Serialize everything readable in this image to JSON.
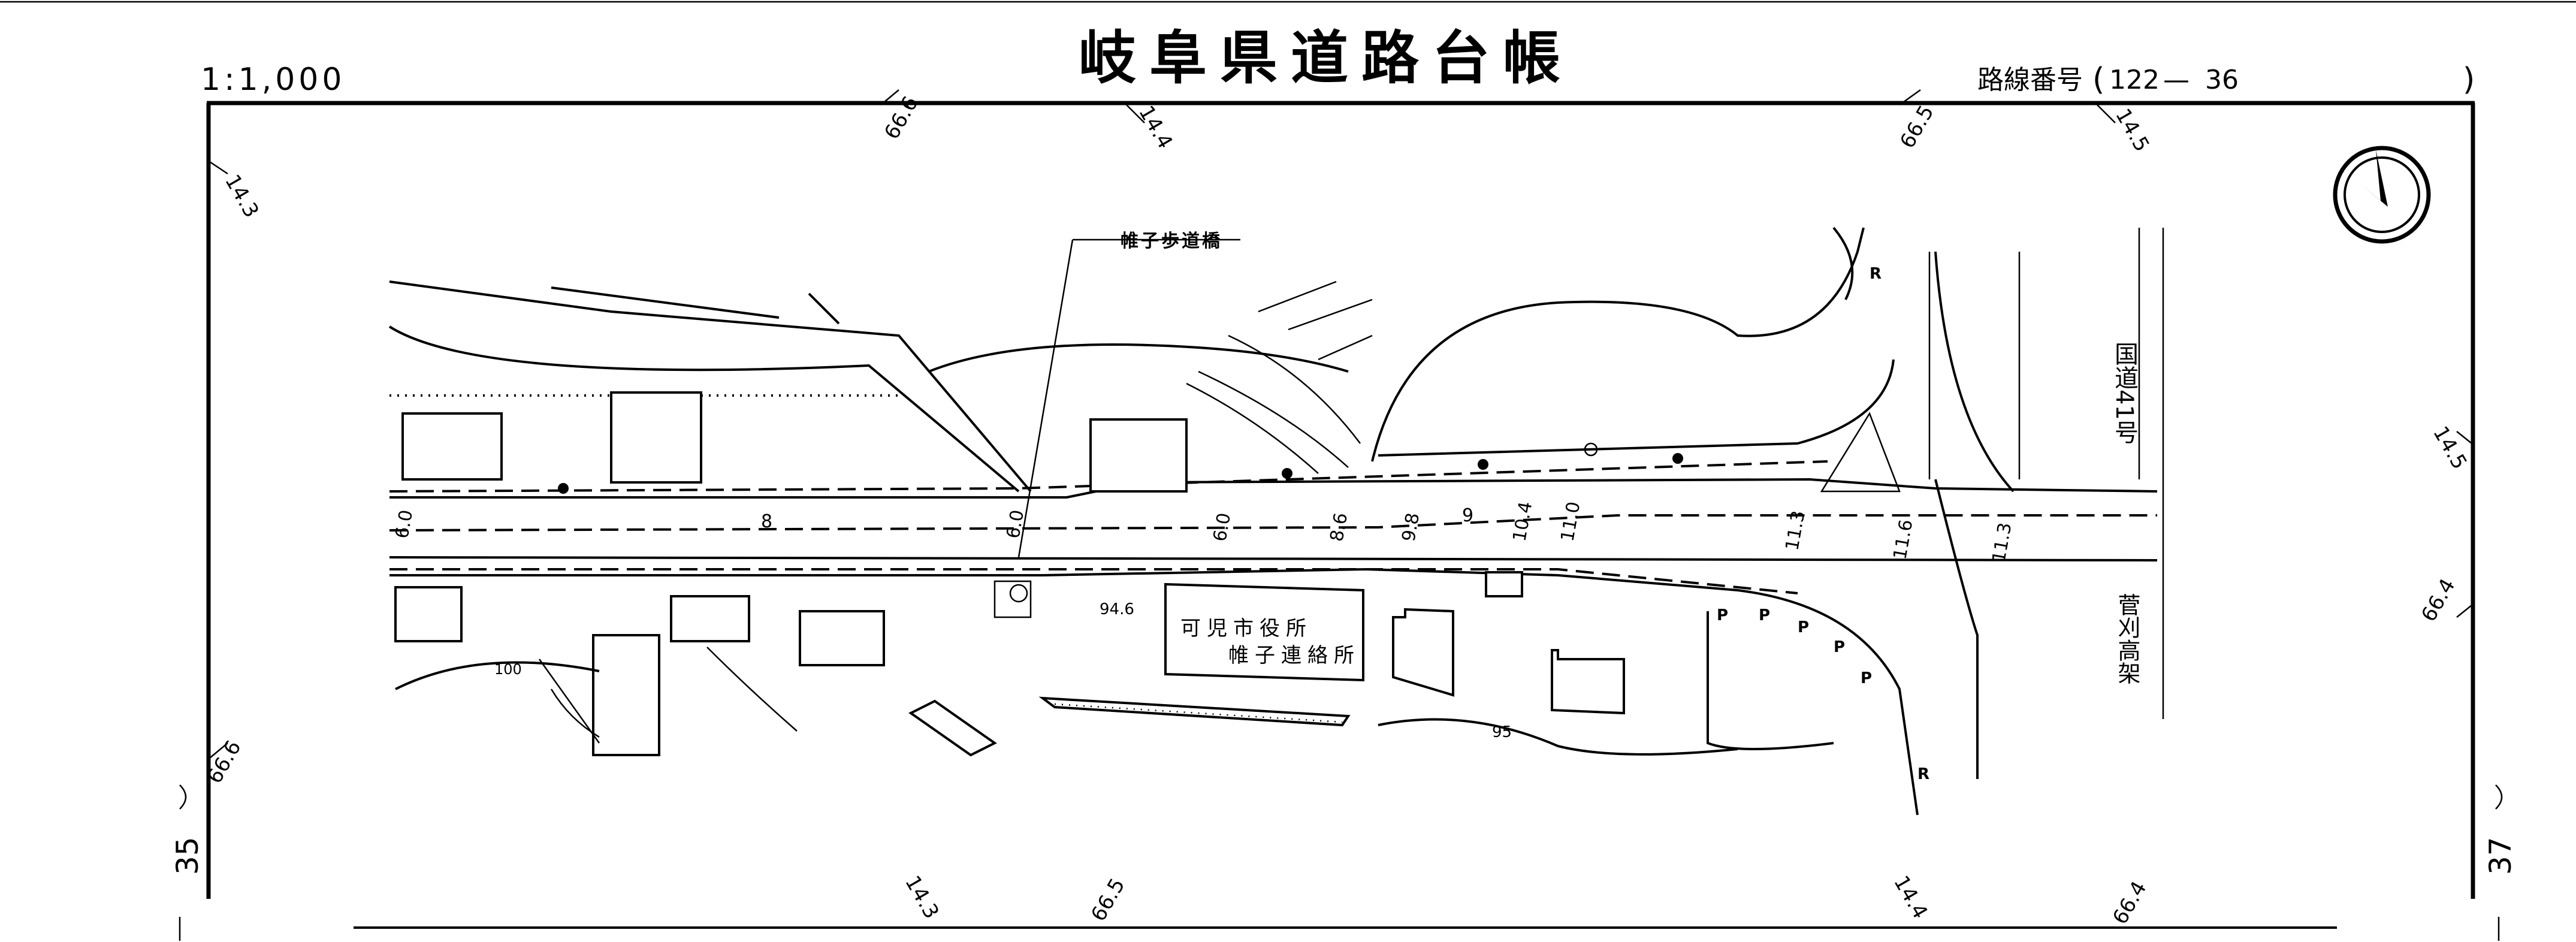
{
  "header": {
    "scale": "1:1,000",
    "title": "岐阜県道路台帳",
    "route_label": "路線番号",
    "route_number_a": "122",
    "route_dash": "—",
    "route_number_b": "36",
    "paren_open": "(",
    "paren_close": ")"
  },
  "sheet_links": {
    "left": "35",
    "right": "37"
  },
  "grid_ticks": {
    "top": [
      "66.6",
      "14.4",
      "66.5",
      "14.5"
    ],
    "left": [
      "14.3",
      "66.6"
    ],
    "right": [
      "14.5",
      "66.4"
    ],
    "bottom": [
      "14.3",
      "66.5",
      "14.4",
      "66.4"
    ]
  },
  "map_labels": {
    "bridge": "帷子歩道橋",
    "city_office_line1": "可児市役所",
    "city_office_line2": "帷子連絡所",
    "national_route": "国道41号",
    "overpass": "菅刈高架",
    "spot_elevation": "94.6",
    "contour_100": "100",
    "contour_95": "95",
    "parking": [
      "P",
      "P",
      "P",
      "P",
      "P"
    ],
    "r_marks": [
      "R",
      "R"
    ]
  },
  "road_widths": [
    "6.0",
    "8",
    "6.0",
    "6.0",
    "8.6",
    "9.8",
    "9",
    "10.4",
    "11.0",
    "11.3",
    "11.6",
    "11.3"
  ],
  "north_arrow": "north-arrow"
}
